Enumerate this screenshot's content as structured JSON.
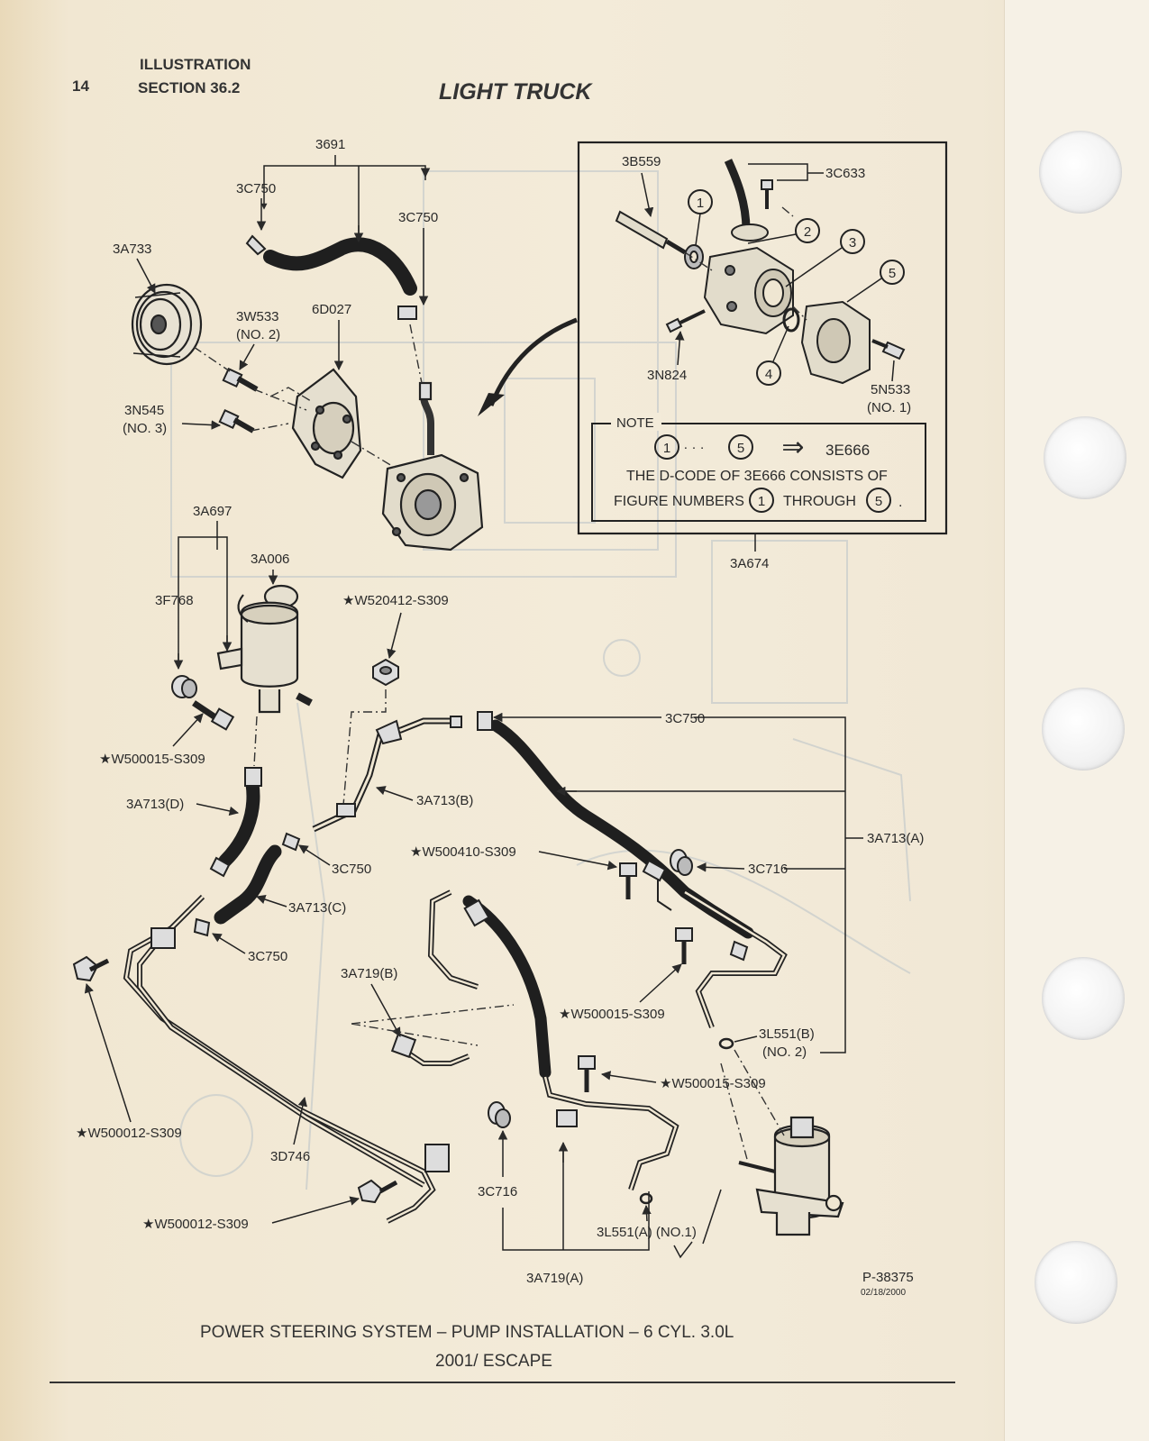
{
  "header": {
    "page_number": "14",
    "line1": "ILLUSTRATION",
    "line2": "SECTION 36.2",
    "title": "LIGHT TRUCK"
  },
  "labels": {
    "p3691": "3691",
    "p3c750_a": "3C750",
    "p3c750_b": "3C750",
    "p3a733": "3A733",
    "p3w533": "3W533",
    "p3w533_no": "(NO. 2)",
    "p6d027": "6D027",
    "p3n545": "3N545",
    "p3n545_no": "(NO. 3)",
    "p3a697": "3A697",
    "p3a006": "3A006",
    "p3f768": "3F768",
    "pw520412": "★W520412-S309",
    "pw500015_a": "★W500015-S309",
    "p3a713d": "3A713(D)",
    "p3a713b": "3A713(B)",
    "p3c750_c": "3C750",
    "p3c750_d": "3C750",
    "p3a713a": "3A713(A)",
    "pw500410": "★W500410-S309",
    "p3c716_a": "3C716",
    "p3a713c": "3A713(C)",
    "p3c750_e": "3C750",
    "p3a719b": "3A719(B)",
    "pw500015_b": "★W500015-S309",
    "p3l551b": "3L551(B)",
    "p3l551b_no": "(NO. 2)",
    "pw500015_c": "★W500015-S309",
    "pw500012_a": "★W500012-S309",
    "p3d746": "3D746",
    "p3c716_b": "3C716",
    "pw500012_b": "★W500012-S309",
    "p3l551a": "3L551(A) (NO.1)",
    "p3a719a": "3A719(A)",
    "p3a674": "3A674"
  },
  "inset": {
    "p3b559": "3B559",
    "p3c633": "3C633",
    "p3n824": "3N824",
    "p5n533": "5N533",
    "p5n533_no": "(NO. 1)",
    "callouts": [
      "1",
      "2",
      "3",
      "4",
      "5"
    ]
  },
  "note": {
    "heading": "NOTE",
    "range_dots": "· · ·",
    "arrow": "⇒",
    "code": "3E666",
    "line1": "THE D-CODE OF 3E666 CONSISTS OF",
    "line2_a": "FIGURE NUMBERS",
    "line2_b": "THROUGH",
    "line2_end": ".",
    "circ_first": "1",
    "circ_last": "5"
  },
  "ref": {
    "number": "P-38375",
    "date": "02/18/2000"
  },
  "caption": {
    "line1": "POWER STEERING SYSTEM – PUMP INSTALLATION – 6 CYL. 3.0L",
    "line2": "2001/ ESCAPE"
  }
}
